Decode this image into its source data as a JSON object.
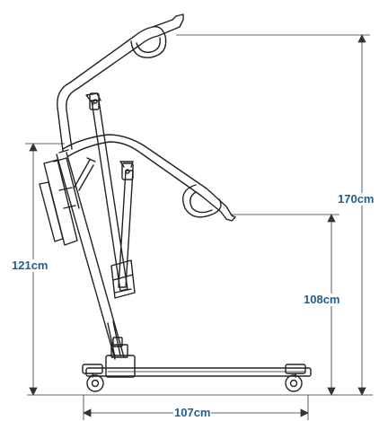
{
  "colors": {
    "line": "#222222",
    "dimension": "#333333",
    "label": "#1f5f8b",
    "background": "#ffffff"
  },
  "dimensions": {
    "max_height": "170cm",
    "min_height": "121cm",
    "leg_height": "108cm",
    "base_length": "107cm"
  }
}
